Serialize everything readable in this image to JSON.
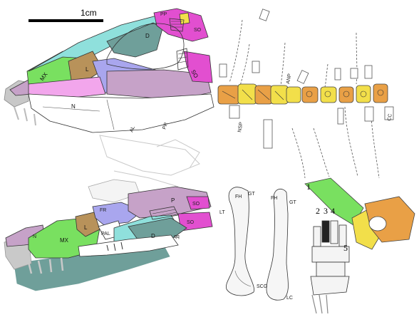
{
  "scale_bar": {
    "label": "1cm"
  },
  "colors": {
    "magenta": "#e24fd0",
    "teal": "#5fb8a6",
    "cyan": "#8fe0dc",
    "green": "#79e060",
    "tan": "#b8925a",
    "blue": "#a9a6ee",
    "pink": "#f2a6ec",
    "mauve": "#c6a2c8",
    "grey": "#c6c6c6",
    "orange": "#e9a046",
    "yellow": "#f2df4a",
    "darkteal": "#6f9f9a"
  },
  "skull_top_labels": {
    "pp": "PP",
    "so_small": "SO",
    "d": "D",
    "mx": "MX",
    "l": "L",
    "so": "SO",
    "n": "N",
    "al": "AL",
    "pr": "PR"
  },
  "skull_bottom_labels": {
    "fr": "FR",
    "p": "P",
    "so1": "SO",
    "so2": "SO",
    "n": "N",
    "mx": "MX",
    "l": "L",
    "pal": "PAL",
    "d": "D",
    "qq": "qq"
  },
  "vertebrae_labels": {
    "nsp": "NSP",
    "anp": "ANP",
    "cc": "CC"
  },
  "femur_labels": {
    "fh": "FH",
    "gt": "GT",
    "lt": "LT",
    "scg": "SCG",
    "lc": "LC"
  },
  "foot_labels": {
    "n1": "1",
    "n2": "2",
    "n3": "3",
    "n4": "4",
    "n5": "5"
  }
}
